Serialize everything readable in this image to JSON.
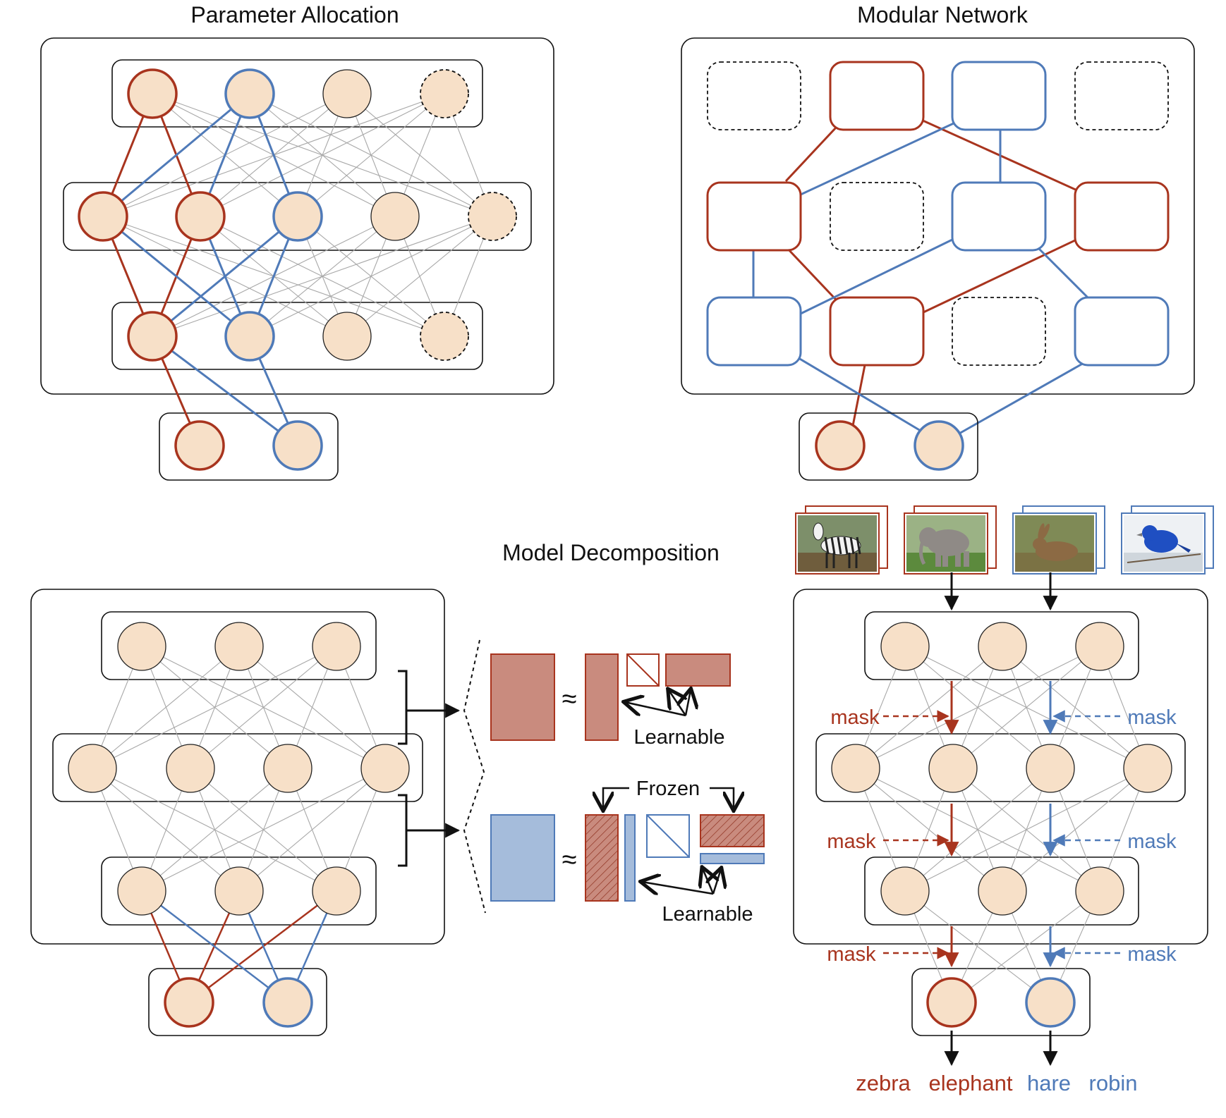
{
  "titles": {
    "parameter_allocation": "Parameter Allocation",
    "modular_network": "Modular Network",
    "model_decomposition": "Model Decomposition"
  },
  "decomposition": {
    "approx_symbol": "≈",
    "learnable_label": "Learnable",
    "frozen_label": "Frozen"
  },
  "masking": {
    "mask_label": "mask",
    "output_labels": [
      {
        "text": "zebra",
        "task": "red"
      },
      {
        "text": "elephant",
        "task": "red"
      },
      {
        "text": "hare",
        "task": "blue"
      },
      {
        "text": "robin",
        "task": "blue"
      }
    ],
    "images": [
      {
        "name": "zebra-image",
        "task": "red"
      },
      {
        "name": "elephant-image",
        "task": "red"
      },
      {
        "name": "hare-image",
        "task": "blue"
      },
      {
        "name": "robin-image",
        "task": "blue"
      }
    ]
  },
  "colors": {
    "task_red": "#a8341e",
    "task_blue": "#4f7ab8",
    "node_fill": "#f7e0c8",
    "red_matrix_fill": "#c98b7e",
    "blue_matrix_fill": "#a5bcdb",
    "gray_edge": "#a8a8a8"
  }
}
